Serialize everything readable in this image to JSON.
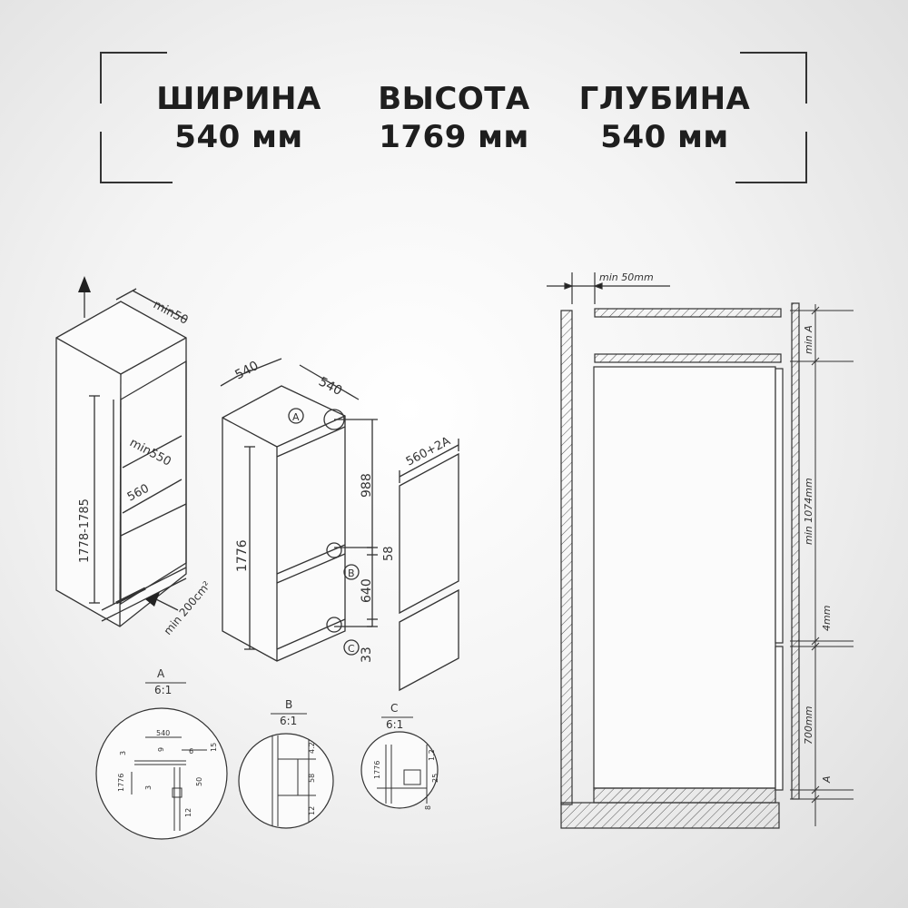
{
  "header": {
    "width_label": "ШИРИНА",
    "width_value": "540 мм",
    "height_label": "ВЫСОТА",
    "height_value": "1769 мм",
    "depth_label": "ГЛУБИНА",
    "depth_value": "540 мм"
  },
  "niche": {
    "min_top_gap": "min50",
    "min_depth": "min550",
    "width": "560",
    "height_range": "1778-1785",
    "vent_area": "min 200cm²"
  },
  "fridge": {
    "width": "540",
    "depth": "540",
    "height": "1776",
    "upper_door": "988",
    "gap": "58",
    "lower_door": "640",
    "bottom": "33",
    "marker_a": "A",
    "marker_b": "B",
    "marker_c": "C"
  },
  "panel": {
    "width": "560+2A"
  },
  "details": [
    {
      "title": "A",
      "scale": "6:1",
      "dims": [
        "540",
        "3",
        "9",
        "6",
        "15",
        "1776",
        "3",
        "50",
        "12"
      ]
    },
    {
      "title": "B",
      "scale": "6:1",
      "dims": [
        "4.2",
        "58",
        "12"
      ]
    },
    {
      "title": "C",
      "scale": "6:1",
      "dims": [
        "1776",
        "1.2",
        "25",
        "8"
      ]
    }
  ],
  "side_section": {
    "top_gap": "min 50mm",
    "min_a": "min A",
    "upper_door_min": "min 1074mm",
    "door_gap": "4mm",
    "lower_door": "700mm",
    "a": "A"
  }
}
